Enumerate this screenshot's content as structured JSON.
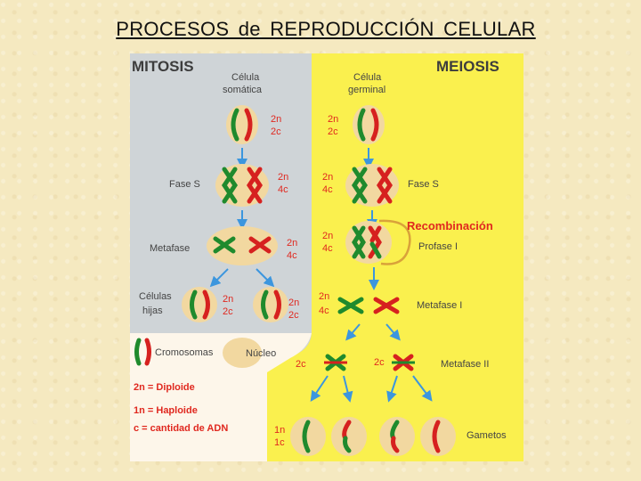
{
  "slide": {
    "title": "PROCESOS  de  REPRODUCCIÓN  CELULAR"
  },
  "colors": {
    "mitosis_bg": "#cfd4d7",
    "meiosis_bg": "#faf04e",
    "legend_bg": "#fdf6ea",
    "nucleus": "#f2d8a0",
    "chrom_green": "#1f8a2d",
    "chrom_red": "#d6211f",
    "label_red": "#e0281f",
    "arrow_blue": "#3c96de"
  },
  "mitosis": {
    "title": "MITOSIS",
    "cell_label_line1": "Célula",
    "cell_label_line2": "somática",
    "stage_faseS": "Fase S",
    "stage_metafase": "Metafase",
    "stage_hijas_line1": "Células",
    "stage_hijas_line2": "hijas",
    "ploidy_1": [
      "2n",
      "2c"
    ],
    "ploidy_2": [
      "2n",
      "4c"
    ],
    "ploidy_3": [
      "2n",
      "4c"
    ],
    "ploidy_4a": [
      "2n",
      "2c"
    ],
    "ploidy_4b": [
      "2n",
      "2c"
    ]
  },
  "meiosis": {
    "title": "MEIOSIS",
    "cell_label_line1": "Célula",
    "cell_label_line2": "germinal",
    "stage_faseS": "Fase S",
    "recombination": "Recombinación",
    "stage_profase": "Profase I",
    "stage_metafase1": "Metafase I",
    "stage_metafase2": "Metafase II",
    "stage_gametos": "Gametos",
    "ploidy_1": [
      "2n",
      "2c"
    ],
    "ploidy_2": [
      "2n",
      "4c"
    ],
    "ploidy_3": [
      "2n",
      "4c"
    ],
    "ploidy_4": [
      "2n",
      "4c"
    ],
    "ploidy_5a": "2c",
    "ploidy_5b": "2c",
    "ploidy_6": [
      "1n",
      "1c"
    ]
  },
  "legend": {
    "chromosomes": "Cromosomas",
    "nucleus": "Núcleo",
    "diploid": "2n = Diploide",
    "haploid": "1n = Haploide",
    "dna": "c = cantidad de ADN"
  }
}
